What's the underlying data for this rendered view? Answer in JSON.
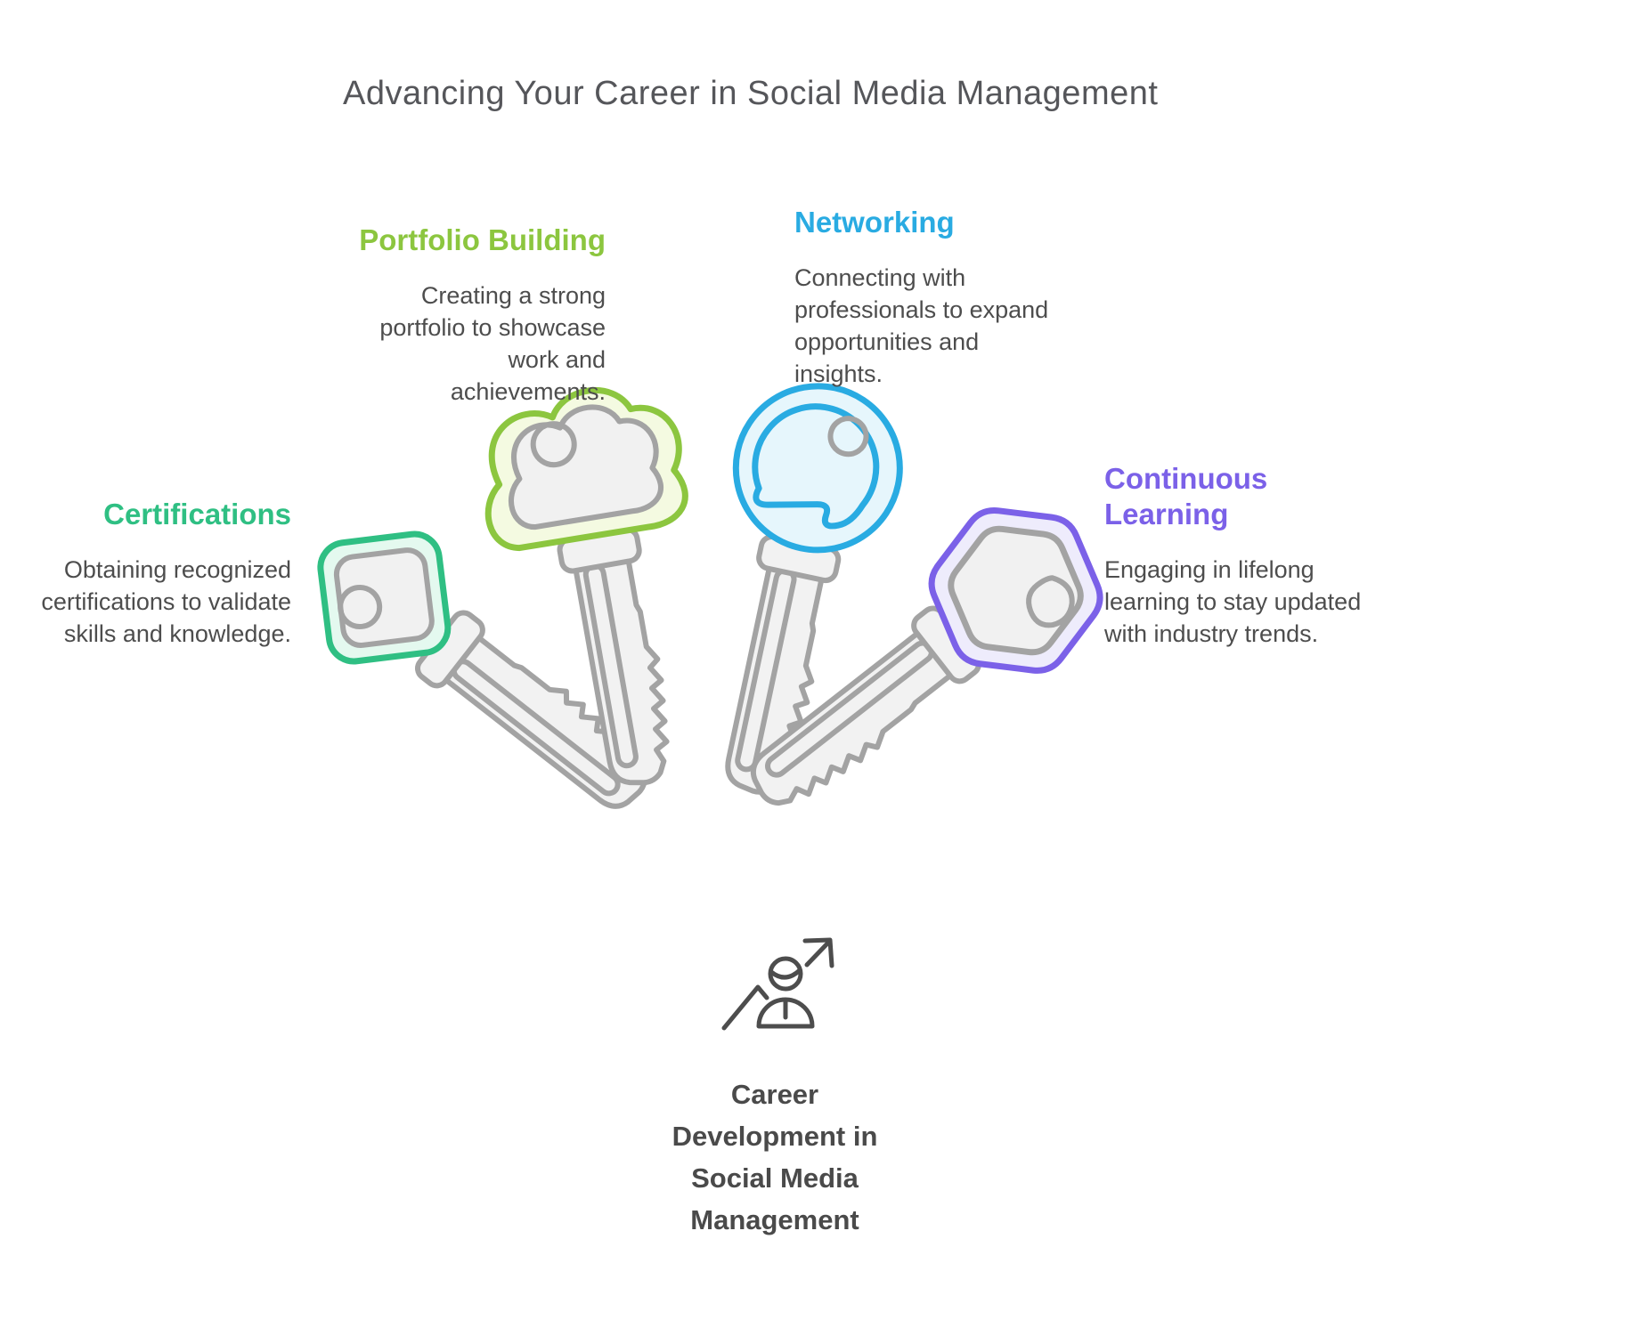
{
  "title": "Advancing Your Career in Social Media Management",
  "sections": {
    "portfolio": {
      "title": "Portfolio Building",
      "description": "Creating a strong portfolio to showcase work and achievements.",
      "icon": "cloud-key-icon"
    },
    "networking": {
      "title": "Networking",
      "description": "Connecting with professionals to expand opportunities and insights.",
      "icon": "round-key-icon"
    },
    "certifications": {
      "title": "Certifications",
      "description": "Obtaining recognized certifications to validate skills and knowledge.",
      "icon": "square-key-icon"
    },
    "learning": {
      "title": "Continuous Learning",
      "description": "Engaging in lifelong learning to stay updated with industry trends.",
      "icon": "hexagon-key-icon"
    }
  },
  "center_label": {
    "lines": [
      "Career",
      "Development in",
      "Social Media",
      "Management"
    ],
    "icon": "person-with-rising-arrow-icon"
  },
  "colors": {
    "certifications": "#2FBF83",
    "portfolio": "#8CC63F",
    "networking": "#29ABE2",
    "learning": "#7B61E8",
    "cert_fill": "#E4F9EF",
    "port_fill": "#F4FAE1",
    "net_fill": "#E6F6FC",
    "learn_fill": "#EEECFC",
    "key_gray": "#A3A3A3",
    "key_fill": "#F2F2F2",
    "heading_gray": "#55565A",
    "body_gray": "#4D4D4D"
  }
}
